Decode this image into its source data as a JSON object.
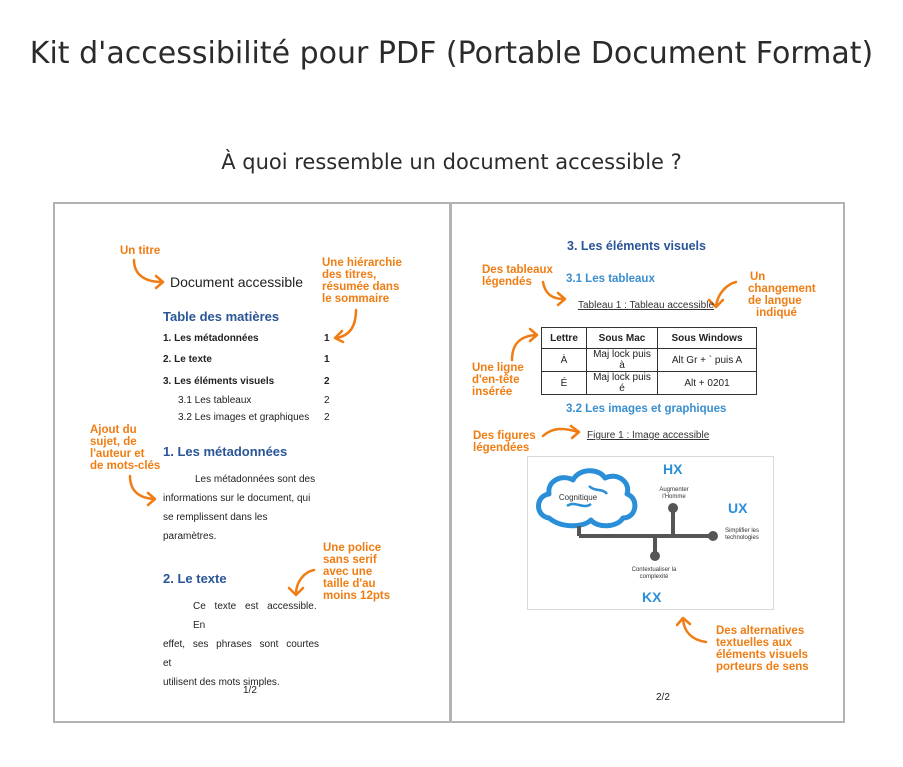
{
  "title": "Kit d'accessibilité pour PDF (Portable Document Format)",
  "subtitle": "À quoi ressemble un document accessible ?",
  "page1": {
    "doc_title": "Document accessible",
    "toc_heading": "Table des matières",
    "toc": [
      {
        "label": "1. Les métadonnées",
        "page": "1"
      },
      {
        "label": "2. Le texte",
        "page": "1"
      },
      {
        "label": "3. Les éléments visuels",
        "page": "2"
      },
      {
        "label": "3.1 Les tableaux",
        "page": "2"
      },
      {
        "label": "3.2 Les images et graphiques",
        "page": "2"
      }
    ],
    "section1": "1. Les métadonnées",
    "section1_text": [
      "Les métadonnées sont des",
      "informations sur le document, qui",
      "se remplissent dans les",
      "paramètres."
    ],
    "section2": "2. Le texte",
    "section2_text": [
      "Ce texte est accessible. En",
      "effet, ses phrases sont courtes et",
      "utilisent des mots simples."
    ],
    "page_number": "1/2",
    "annotations": {
      "titre": "Un titre",
      "hierarchie": [
        "Une hiérarchie",
        "des titres,",
        "résumée dans",
        "le sommaire"
      ],
      "metadonnees": [
        "Ajout du",
        "sujet, de",
        "l'auteur et",
        "de mots-clés"
      ],
      "police": [
        "Une police",
        "sans serif",
        "avec une",
        "taille d'au",
        "moins 12pts"
      ]
    }
  },
  "page2": {
    "section3": "3. Les éléments visuels",
    "section31": "3.1 Les tableaux",
    "table_caption": "Tableau 1 : Tableau accessible",
    "table": {
      "headers": [
        "Lettre",
        "Sous Mac",
        "Sous Windows"
      ],
      "rows": [
        [
          "À",
          "Maj lock puis à",
          "Alt Gr + ` puis A"
        ],
        [
          "É",
          "Maj lock puis é",
          "Alt + 0201"
        ]
      ]
    },
    "section32": "3.2 Les images et graphiques",
    "figure_caption": "Figure 1 : Image accessible",
    "figure": {
      "cognitique": "Cognitique",
      "hx": "HX",
      "ux": "UX",
      "kx": "KX",
      "augmenter": [
        "Augmenter",
        "l'Homme"
      ],
      "simplifier": [
        "Simplifier les",
        "technologies"
      ],
      "contextualiser": [
        "Contextualiser la",
        "complexité"
      ]
    },
    "page_number": "2/2",
    "annotations": {
      "tableaux": [
        "Des tableaux",
        "légendés"
      ],
      "langue": [
        "Un",
        "changement",
        "de langue",
        "indiqué"
      ],
      "entete": [
        "Une ligne",
        "d'en-tête",
        "insérée"
      ],
      "figures": [
        "Des figures",
        "légendées"
      ],
      "alternatives": [
        "Des alternatives",
        "textuelles aux",
        "éléments visuels",
        "porteurs de sens"
      ]
    }
  },
  "colors": {
    "accent": "#f07d14",
    "heading_blue": "#2a5597",
    "light_blue": "#3a8fd0",
    "frame": "#b3b3b3"
  }
}
